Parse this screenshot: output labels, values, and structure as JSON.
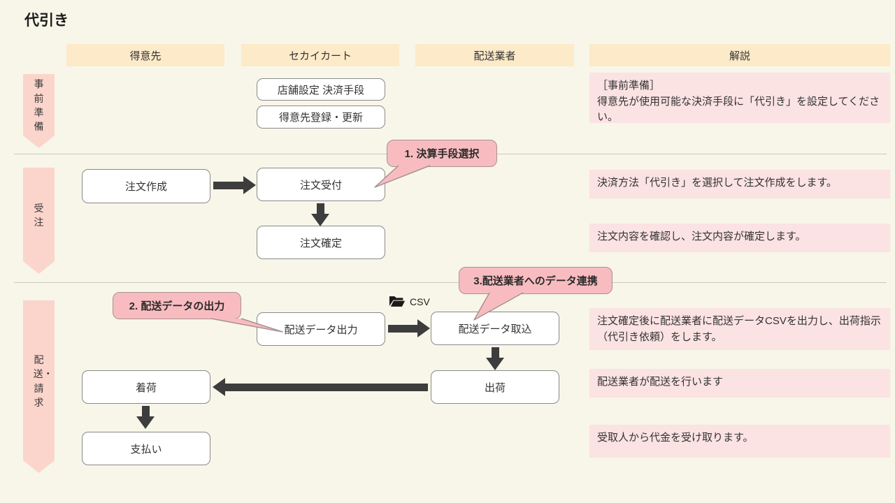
{
  "title": "代引き",
  "columns": [
    {
      "label": "得意先"
    },
    {
      "label": "セカイカート"
    },
    {
      "label": "配送業者"
    },
    {
      "label": "解説"
    }
  ],
  "lanes": [
    {
      "label": "事前準備"
    },
    {
      "label": "受注"
    },
    {
      "label": "配送・請求"
    }
  ],
  "nodes": {
    "store_payment_settings": {
      "label": "店舗設定 決済手段"
    },
    "customer_register_update": {
      "label": "得意先登録・更新"
    },
    "order_create": {
      "label": "注文作成"
    },
    "order_accept": {
      "label": "注文受付"
    },
    "order_confirm": {
      "label": "注文確定"
    },
    "shipping_data_export": {
      "label": "配送データ出力"
    },
    "shipping_data_import": {
      "label": "配送データ取込"
    },
    "ship": {
      "label": "出荷"
    },
    "arrival": {
      "label": "着荷"
    },
    "payment": {
      "label": "支払い"
    }
  },
  "callouts": [
    {
      "label": "1. 決算手段選択"
    },
    {
      "label": "2. 配送データの出力"
    },
    {
      "label": "3.配送業者へのデータ連携"
    }
  ],
  "csv": {
    "label": "CSV"
  },
  "explanations": [
    {
      "text": "［事前準備］\n得意先が使用可能な決済手段に「代引き」を設定してください。"
    },
    {
      "text": "決済方法「代引き」を選択して注文作成をします。"
    },
    {
      "text": "注文内容を確認し、注文内容が確定します。"
    },
    {
      "text": "注文確定後に配送業者に配送データCSVを出力し、出荷指示（代引き依頼）をします。"
    },
    {
      "text": "配送業者が配送を行います"
    },
    {
      "text": "受取人から代金を受け取ります。"
    }
  ],
  "colors": {
    "background": "#f7f6e8",
    "header_bg": "#fdeac9",
    "lane_bg": "#fbd5cb",
    "explanation_bg": "#fbe2e3",
    "callout_bg": "#f8bcc0",
    "callout_border": "#a89193",
    "node_border": "#8a8a8a",
    "arrow": "#3d3d3d"
  }
}
